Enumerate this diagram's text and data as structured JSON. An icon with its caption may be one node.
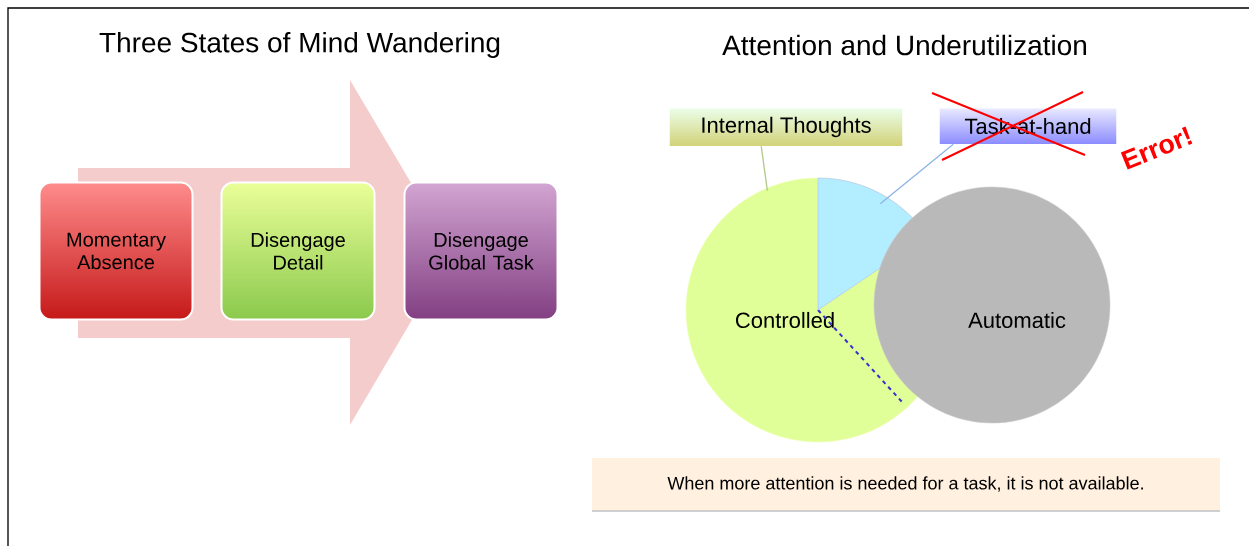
{
  "diagram": {
    "nodes": [
      {
        "text": [
          "Momentary Absence"
        ]
      },
      {
        "text": [
          "Disengage Detail"
        ]
      },
      {
        "text": [
          "Disengage Global Task"
        ]
      },
      {
        "text": [
          "Internal Thoughts"
        ]
      },
      {
        "text": [
          "Task-at-hand"
        ]
      },
      {
        "text": [
          "Controlled"
        ]
      },
      {
        "text": [],
        "shape": "wedge",
        "in": 5
      },
      {
        "text": [
          "Automatic"
        ]
      },
      {
        "text": [
          "When more attention is needed for a task, it is not available."
        ]
      }
    ],
    "edges": [
      {
        "from": 0,
        "to": 2,
        "arrow": "to",
        "color": "#f4cccc",
        "style": "thick"
      },
      {
        "from": 3,
        "to": 5,
        "arrow": "none",
        "color": "#b5c98e"
      },
      {
        "from": 4,
        "to": 6,
        "arrow": "none",
        "color": "#8fb4e3"
      }
    ],
    "labels": [
      "Three States of Mind Wandering",
      "Attention and Underutilization",
      "Error!"
    ]
  }
}
